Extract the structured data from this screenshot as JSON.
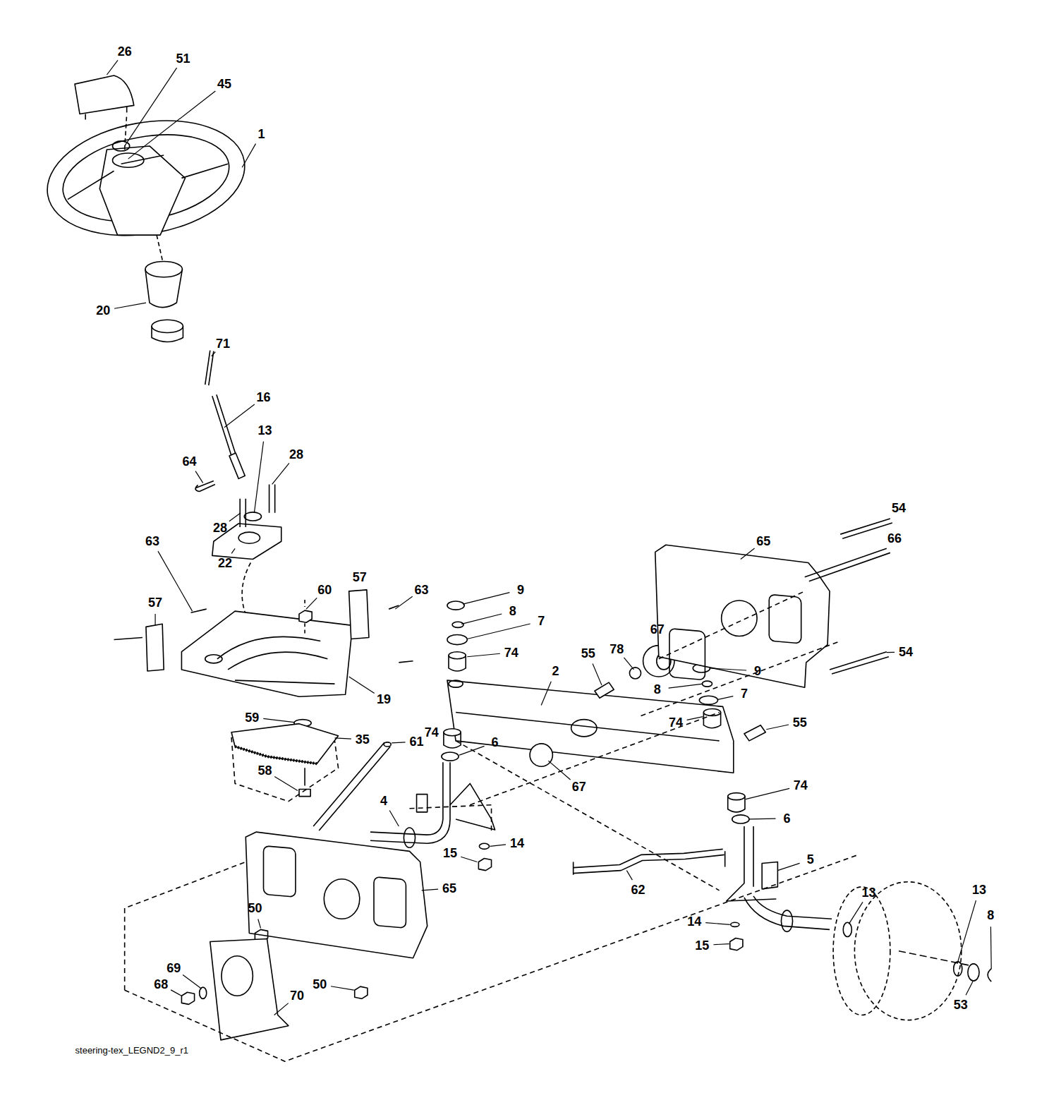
{
  "diagram": {
    "labels": [
      "26",
      "51",
      "45",
      "1",
      "20",
      "71",
      "16",
      "13",
      "28",
      "64",
      "28",
      "22",
      "63",
      "57",
      "63",
      "57",
      "60",
      "9",
      "8",
      "7",
      "74",
      "2",
      "55",
      "78",
      "67",
      "65",
      "54",
      "66",
      "54",
      "9",
      "8",
      "7",
      "74",
      "55",
      "19",
      "59",
      "35",
      "61",
      "74",
      "6",
      "67",
      "74",
      "6",
      "58",
      "4",
      "14",
      "15",
      "5",
      "65",
      "62",
      "13",
      "13",
      "8",
      "14",
      "15",
      "50",
      "69",
      "68",
      "70",
      "50",
      "53",
      "steering-tex_LEGND2_9_r1"
    ]
  }
}
